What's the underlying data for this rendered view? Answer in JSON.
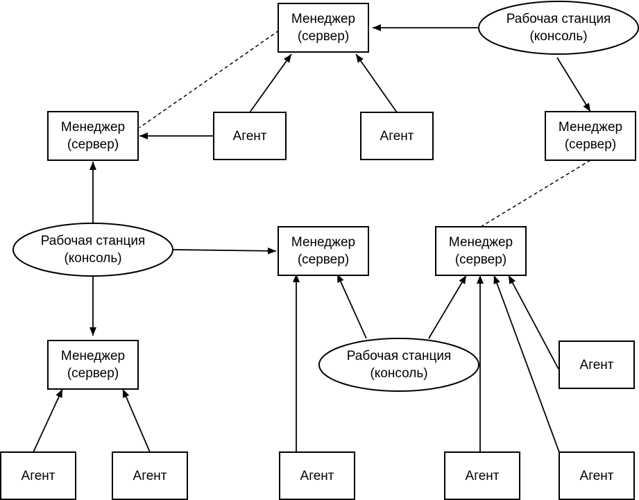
{
  "labels": {
    "manager_line1": "Менеджер",
    "manager_line2": "(сервер)",
    "agent": "Агент",
    "workstation_line1": "Рабочая станция",
    "workstation_line2": "(консоль)"
  },
  "nodes": [
    {
      "id": "m1",
      "kind": "manager"
    },
    {
      "id": "m2",
      "kind": "manager"
    },
    {
      "id": "m3",
      "kind": "manager"
    },
    {
      "id": "m4",
      "kind": "manager"
    },
    {
      "id": "m5",
      "kind": "manager"
    },
    {
      "id": "m6",
      "kind": "manager"
    },
    {
      "id": "a1",
      "kind": "agent"
    },
    {
      "id": "a2",
      "kind": "agent"
    },
    {
      "id": "a3",
      "kind": "agent"
    },
    {
      "id": "a4",
      "kind": "agent"
    },
    {
      "id": "a5",
      "kind": "agent"
    },
    {
      "id": "a6",
      "kind": "agent"
    },
    {
      "id": "a7",
      "kind": "agent"
    },
    {
      "id": "a8",
      "kind": "agent"
    },
    {
      "id": "w1",
      "kind": "workstation"
    },
    {
      "id": "w2",
      "kind": "workstation"
    },
    {
      "id": "w3",
      "kind": "workstation"
    }
  ],
  "edges": [
    {
      "from": "w1",
      "to": "m1",
      "style": "arrow"
    },
    {
      "from": "w1",
      "to": "m3",
      "style": "arrow"
    },
    {
      "from": "a1",
      "to": "m1",
      "style": "arrow"
    },
    {
      "from": "a2",
      "to": "m1",
      "style": "arrow"
    },
    {
      "from": "a1",
      "to": "m2",
      "style": "arrow"
    },
    {
      "from": "m1",
      "to": "m2",
      "style": "dashed"
    },
    {
      "from": "m3",
      "to": "m6",
      "style": "dashed"
    },
    {
      "from": "w2",
      "to": "m2",
      "style": "arrow"
    },
    {
      "from": "w2",
      "to": "m4",
      "style": "arrow"
    },
    {
      "from": "w2",
      "to": "m5",
      "style": "arrow"
    },
    {
      "from": "a3",
      "to": "m5",
      "style": "arrow"
    },
    {
      "from": "a4",
      "to": "m5",
      "style": "arrow"
    },
    {
      "from": "a5",
      "to": "m4",
      "style": "arrow"
    },
    {
      "from": "w3",
      "to": "m4",
      "style": "arrow"
    },
    {
      "from": "w3",
      "to": "m6",
      "style": "arrow"
    },
    {
      "from": "a6",
      "to": "m6",
      "style": "arrow"
    },
    {
      "from": "a7",
      "to": "m6",
      "style": "arrow"
    },
    {
      "from": "a8",
      "to": "m6",
      "style": "arrow"
    }
  ]
}
